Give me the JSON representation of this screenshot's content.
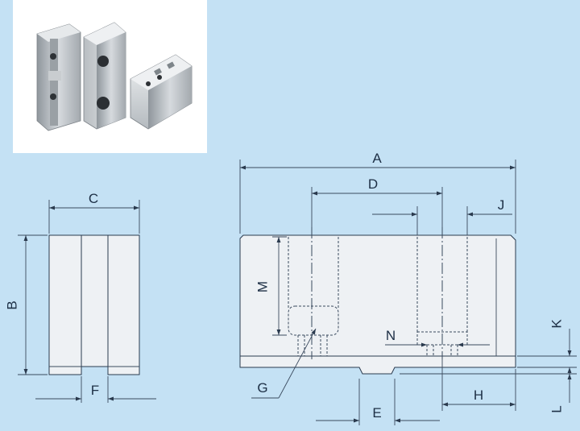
{
  "labels": {
    "A": "A",
    "B": "B",
    "C": "C",
    "D": "D",
    "E": "E",
    "F": "F",
    "G": "G",
    "H": "H",
    "J": "J",
    "K": "K",
    "L": "L",
    "M": "M",
    "N": "N"
  },
  "colors": {
    "background": "#c4e1f4",
    "part_fill": "#eef1f4",
    "line": "#2a3a4e",
    "photo_background": "#ffffff"
  }
}
